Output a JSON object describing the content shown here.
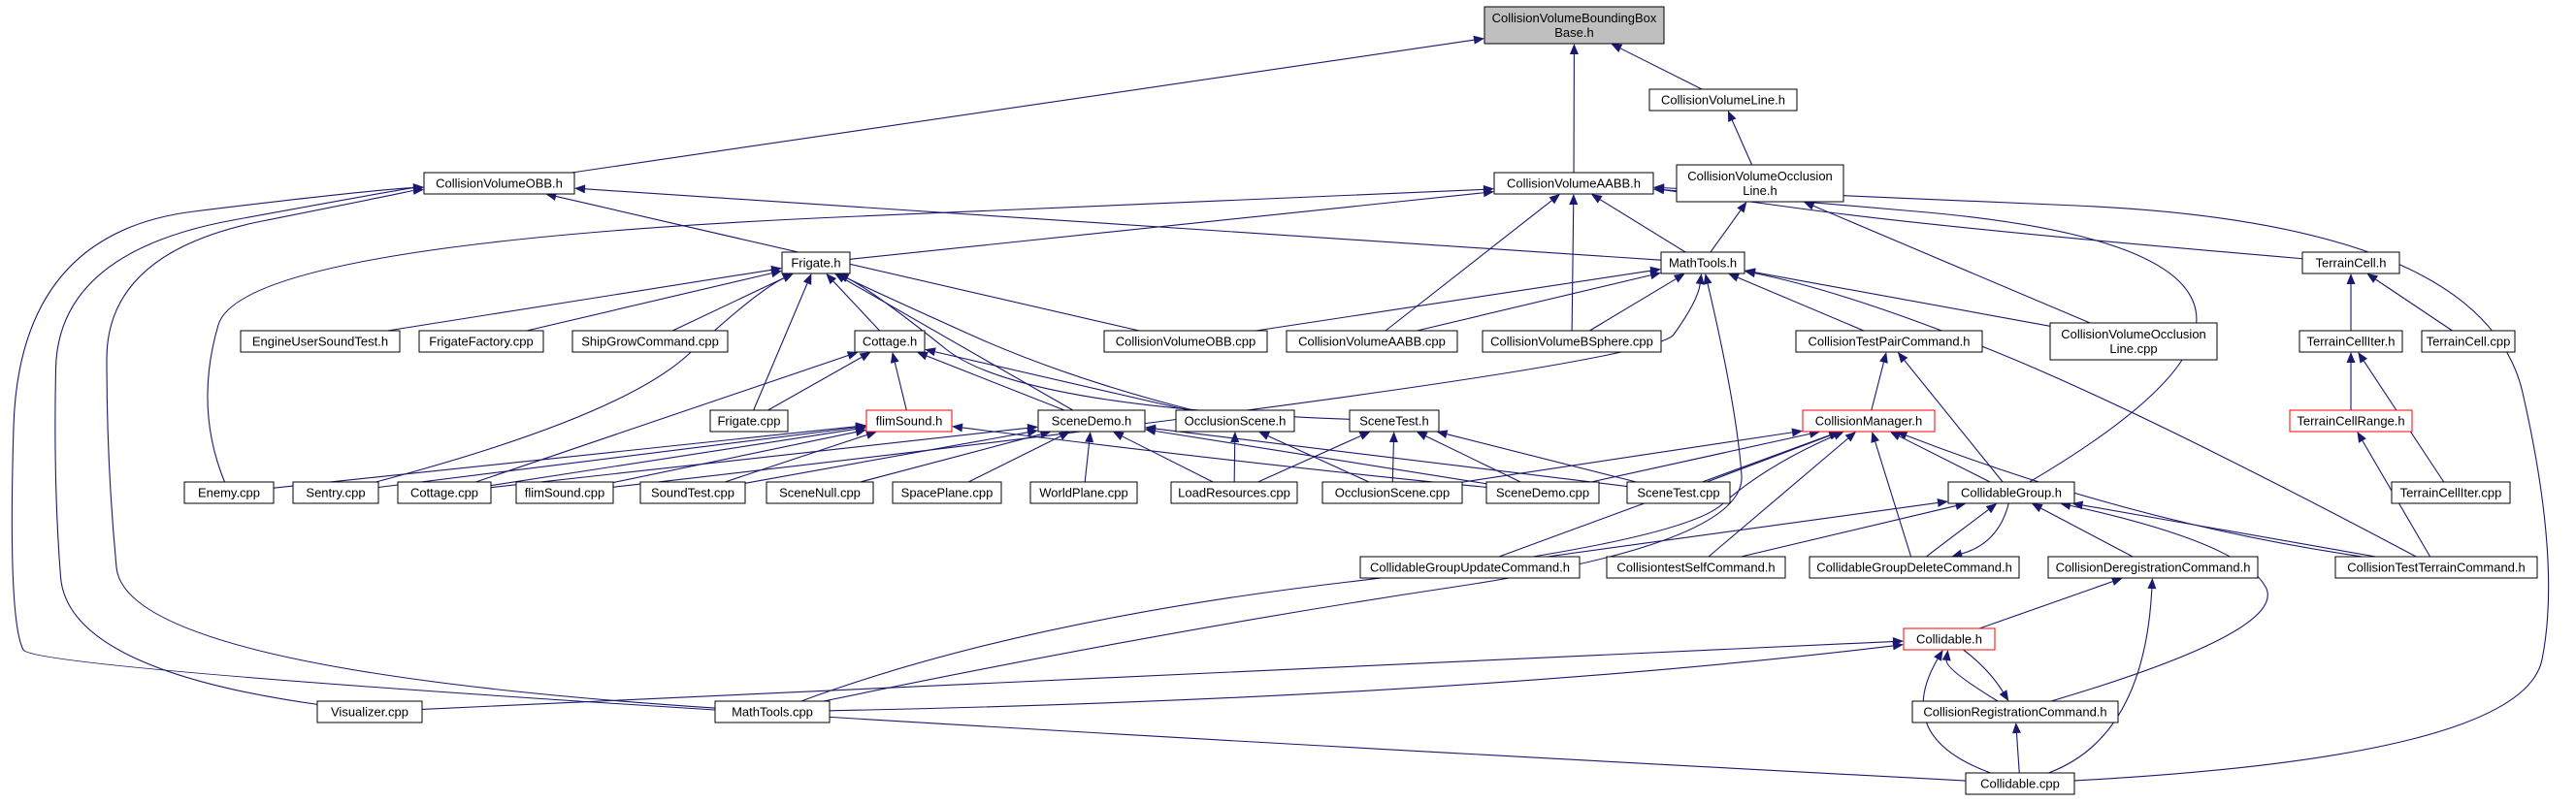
{
  "nodes": [
    {
      "id": "cvbbb",
      "lines": [
        "CollisionVolumeBoundingBox",
        "Base.h"
      ],
      "style": "root"
    },
    {
      "id": "cvline",
      "lines": [
        "CollisionVolumeLine.h"
      ]
    },
    {
      "id": "cvobb",
      "lines": [
        "CollisionVolumeOBB.h"
      ]
    },
    {
      "id": "cvaabb",
      "lines": [
        "CollisionVolumeAABB.h"
      ]
    },
    {
      "id": "cvocch",
      "lines": [
        "CollisionVolumeOcclusion",
        "Line.h"
      ]
    },
    {
      "id": "frigateh",
      "lines": [
        "Frigate.h"
      ]
    },
    {
      "id": "mathtoolsh",
      "lines": [
        "MathTools.h"
      ]
    },
    {
      "id": "terraincellh",
      "lines": [
        "TerrainCell.h"
      ]
    },
    {
      "id": "engineuser",
      "lines": [
        "EngineUserSoundTest.h"
      ]
    },
    {
      "id": "frigatefactory",
      "lines": [
        "FrigateFactory.cpp"
      ]
    },
    {
      "id": "shipgrow",
      "lines": [
        "ShipGrowCommand.cpp"
      ]
    },
    {
      "id": "cottageh",
      "lines": [
        "Cottage.h"
      ]
    },
    {
      "id": "cvobbcpp",
      "lines": [
        "CollisionVolumeOBB.cpp"
      ]
    },
    {
      "id": "cvaabbcpp",
      "lines": [
        "CollisionVolumeAABB.cpp"
      ]
    },
    {
      "id": "cvbspherecpp",
      "lines": [
        "CollisionVolumeBSphere.cpp"
      ]
    },
    {
      "id": "ctpaircmd",
      "lines": [
        "CollisionTestPairCommand.h"
      ]
    },
    {
      "id": "cvocccpp",
      "lines": [
        "CollisionVolumeOcclusion",
        "Line.cpp"
      ]
    },
    {
      "id": "terraincelliterh",
      "lines": [
        "TerrainCellIter.h"
      ]
    },
    {
      "id": "terraincellcpp",
      "lines": [
        "TerrainCell.cpp"
      ]
    },
    {
      "id": "frigatecpp",
      "lines": [
        "Frigate.cpp"
      ]
    },
    {
      "id": "flimsoundh",
      "lines": [
        "flimSound.h"
      ],
      "style": "red"
    },
    {
      "id": "scenedemoh",
      "lines": [
        "SceneDemo.h"
      ]
    },
    {
      "id": "occlusionsceneh",
      "lines": [
        "OcclusionScene.h"
      ]
    },
    {
      "id": "scenetesth",
      "lines": [
        "SceneTest.h"
      ]
    },
    {
      "id": "collisionmanagerh",
      "lines": [
        "CollisionManager.h"
      ],
      "style": "red"
    },
    {
      "id": "terraincellrangeh",
      "lines": [
        "TerrainCellRange.h"
      ],
      "style": "red"
    },
    {
      "id": "enemycpp",
      "lines": [
        "Enemy.cpp"
      ]
    },
    {
      "id": "sentrycpp",
      "lines": [
        "Sentry.cpp"
      ]
    },
    {
      "id": "cottagecpp",
      "lines": [
        "Cottage.cpp"
      ]
    },
    {
      "id": "flimsoundcpp",
      "lines": [
        "flimSound.cpp"
      ]
    },
    {
      "id": "soundtestcpp",
      "lines": [
        "SoundTest.cpp"
      ]
    },
    {
      "id": "scenenullcpp",
      "lines": [
        "SceneNull.cpp"
      ]
    },
    {
      "id": "spaceplanecpp",
      "lines": [
        "SpacePlane.cpp"
      ]
    },
    {
      "id": "worldplanecpp",
      "lines": [
        "WorldPlane.cpp"
      ]
    },
    {
      "id": "loadresourcescpp",
      "lines": [
        "LoadResources.cpp"
      ]
    },
    {
      "id": "occlusionscenecpp",
      "lines": [
        "OcclusionScene.cpp"
      ]
    },
    {
      "id": "scenedemocpp",
      "lines": [
        "SceneDemo.cpp"
      ]
    },
    {
      "id": "scenetestcpp",
      "lines": [
        "SceneTest.cpp"
      ]
    },
    {
      "id": "collidablegrouph",
      "lines": [
        "CollidableGroup.h"
      ]
    },
    {
      "id": "terraincelltercpp",
      "lines": [
        "TerrainCellIter.cpp"
      ]
    },
    {
      "id": "cgupdatecmd",
      "lines": [
        "CollidableGroupUpdateCommand.h"
      ]
    },
    {
      "id": "ctselfcmd",
      "lines": [
        "CollisiontestSelfCommand.h"
      ]
    },
    {
      "id": "cgdeletecmd",
      "lines": [
        "CollidableGroupDeleteCommand.h"
      ]
    },
    {
      "id": "cderegcmd",
      "lines": [
        "CollisionDeregistrationCommand.h"
      ]
    },
    {
      "id": "ctterraincmd",
      "lines": [
        "CollisionTestTerrainCommand.h"
      ]
    },
    {
      "id": "collidableh",
      "lines": [
        "Collidable.h"
      ],
      "style": "red"
    },
    {
      "id": "visualizercpp",
      "lines": [
        "Visualizer.cpp"
      ]
    },
    {
      "id": "mathtoolscpp",
      "lines": [
        "MathTools.cpp"
      ]
    },
    {
      "id": "cregcmd",
      "lines": [
        "CollisionRegistrationCommand.h"
      ]
    },
    {
      "id": "collidablecpp",
      "lines": [
        "Collidable.cpp"
      ]
    }
  ],
  "edges": [
    [
      "cvline",
      "cvbbb"
    ],
    [
      "cvobb",
      "cvbbb"
    ],
    [
      "cvaabb",
      "cvbbb"
    ],
    [
      "cvocch",
      "cvline"
    ],
    [
      "mathtoolsh",
      "cvobb"
    ],
    [
      "mathtoolsh",
      "cvaabb"
    ],
    [
      "mathtoolsh",
      "cvocch"
    ],
    [
      "frigateh",
      "cvaabb"
    ],
    [
      "terraincellh",
      "cvaabb"
    ],
    [
      "cvobbcpp",
      "cvobb"
    ],
    [
      "cvaabbcpp",
      "cvaabb"
    ],
    [
      "cvbspherecpp",
      "cvaabb"
    ],
    [
      "cvocccpp",
      "cvocch"
    ],
    [
      "collidablegrouph",
      "cvaabb"
    ],
    [
      "enemycpp",
      "cvaabb"
    ],
    [
      "collidablecpp",
      "cvaabb"
    ],
    [
      "visualizercpp",
      "cvobb"
    ],
    [
      "mathtoolscpp",
      "cvobb"
    ],
    [
      "collidablecpp",
      "cvobb"
    ],
    [
      "engineuser",
      "frigateh"
    ],
    [
      "frigatefactory",
      "frigateh"
    ],
    [
      "shipgrow",
      "frigateh"
    ],
    [
      "cottageh",
      "frigateh"
    ],
    [
      "frigatecpp",
      "frigateh"
    ],
    [
      "sentrycpp",
      "frigateh"
    ],
    [
      "scenedemoh",
      "frigateh"
    ],
    [
      "occlusionsceneh",
      "frigateh"
    ],
    [
      "scenetesth",
      "frigateh"
    ],
    [
      "cvobbcpp",
      "mathtoolsh"
    ],
    [
      "cvaabbcpp",
      "mathtoolsh"
    ],
    [
      "cvbspherecpp",
      "mathtoolsh"
    ],
    [
      "ctpaircmd",
      "mathtoolsh"
    ],
    [
      "cvocccpp",
      "mathtoolsh"
    ],
    [
      "ctterraincmd",
      "mathtoolsh"
    ],
    [
      "mathtoolscpp",
      "mathtoolsh"
    ],
    [
      "flimsoundcpp",
      "mathtoolsh"
    ],
    [
      "terraincelliterh",
      "terraincellh"
    ],
    [
      "terraincellcpp",
      "terraincellh"
    ],
    [
      "frigatecpp",
      "cottageh"
    ],
    [
      "flimsoundh",
      "cottageh"
    ],
    [
      "scenedemoh",
      "cottageh"
    ],
    [
      "occlusionsceneh",
      "cottageh"
    ],
    [
      "cottagecpp",
      "cottageh"
    ],
    [
      "collisionmanagerh",
      "ctpaircmd"
    ],
    [
      "collidablegrouph",
      "ctpaircmd"
    ],
    [
      "terraincellrangeh",
      "terraincelliterh"
    ],
    [
      "terraincelltercpp",
      "terraincelliterh"
    ],
    [
      "ctterraincmd",
      "terraincellrangeh"
    ],
    [
      "enemycpp",
      "flimsoundh"
    ],
    [
      "sentrycpp",
      "flimsoundh"
    ],
    [
      "cottagecpp",
      "flimsoundh"
    ],
    [
      "flimsoundcpp",
      "flimsoundh"
    ],
    [
      "soundtestcpp",
      "flimsoundh"
    ],
    [
      "scenedemocpp",
      "flimsoundh"
    ],
    [
      "cottagecpp",
      "scenedemoh"
    ],
    [
      "soundtestcpp",
      "scenedemoh"
    ],
    [
      "scenenullcpp",
      "scenedemoh"
    ],
    [
      "spaceplanecpp",
      "scenedemoh"
    ],
    [
      "worldplanecpp",
      "scenedemoh"
    ],
    [
      "loadresourcescpp",
      "scenedemoh"
    ],
    [
      "scenedemocpp",
      "scenedemoh"
    ],
    [
      "scenetestcpp",
      "scenedemoh"
    ],
    [
      "loadresourcescpp",
      "occlusionsceneh"
    ],
    [
      "occlusionscenecpp",
      "occlusionsceneh"
    ],
    [
      "loadresourcescpp",
      "scenetesth"
    ],
    [
      "occlusionscenecpp",
      "scenetesth"
    ],
    [
      "scenedemocpp",
      "scenetesth"
    ],
    [
      "scenetestcpp",
      "scenetesth"
    ],
    [
      "occlusionscenecpp",
      "collisionmanagerh"
    ],
    [
      "scenedemocpp",
      "collisionmanagerh"
    ],
    [
      "scenetestcpp",
      "collisionmanagerh"
    ],
    [
      "collidablegrouph",
      "collisionmanagerh"
    ],
    [
      "cgupdatecmd",
      "collisionmanagerh"
    ],
    [
      "ctselfcmd",
      "collisionmanagerh"
    ],
    [
      "cgdeletecmd",
      "collisionmanagerh"
    ],
    [
      "ctterraincmd",
      "collisionmanagerh"
    ],
    [
      "mathtoolscpp",
      "collisionmanagerh"
    ],
    [
      "cgupdatecmd",
      "collidablegrouph"
    ],
    [
      "ctselfcmd",
      "collidablegrouph"
    ],
    [
      "cgdeletecmd",
      "collidablegrouph"
    ],
    [
      "cderegcmd",
      "collidablegrouph"
    ],
    [
      "ctterraincmd",
      "collidablegrouph"
    ],
    [
      "cregcmd",
      "collidablegrouph"
    ],
    [
      "collidablegrouph",
      "cgdeletecmd"
    ],
    [
      "collidableh",
      "cderegcmd"
    ],
    [
      "collidablecpp",
      "cderegcmd"
    ],
    [
      "visualizercpp",
      "collidableh"
    ],
    [
      "mathtoolscpp",
      "collidableh"
    ],
    [
      "cregcmd",
      "collidableh"
    ],
    [
      "collidablecpp",
      "collidableh"
    ],
    [
      "collidableh",
      "cregcmd"
    ],
    [
      "collidablecpp",
      "cregcmd"
    ]
  ],
  "colors": {
    "edge": "#191970",
    "node_border": "#000000",
    "root_fill": "#bfbfbf",
    "highlight_border": "#ff0000"
  }
}
